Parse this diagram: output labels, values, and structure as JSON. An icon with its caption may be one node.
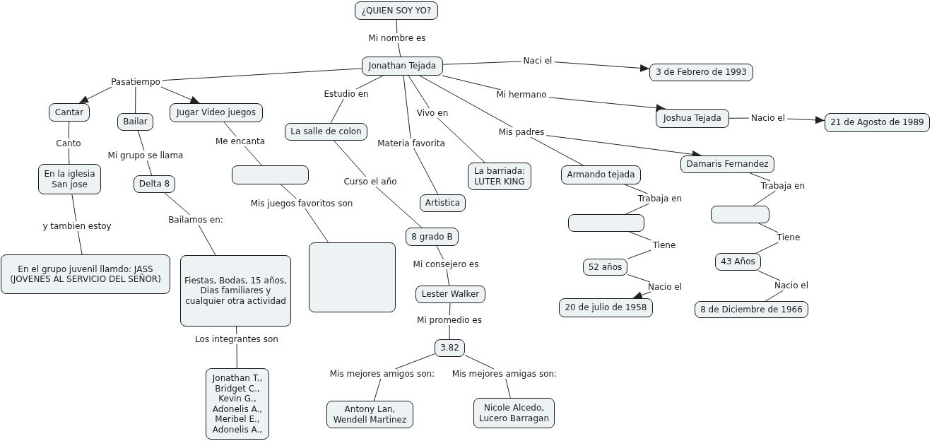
{
  "diagram": {
    "nodes": [
      {
        "text": [
          "¿QUIEN SOY YO?"
        ]
      },
      {
        "text": [
          "Jonathan Tejada"
        ]
      },
      {
        "text": [
          "3 de Febrero de 1993"
        ]
      },
      {
        "text": [
          "Pasatiempo"
        ]
      },
      {
        "text": [
          "Cantar"
        ]
      },
      {
        "text": [
          "Jugar Video juegos"
        ]
      },
      {
        "text": [
          "Bailar"
        ]
      },
      {
        "text": [
          "Joshua Tejada"
        ]
      },
      {
        "text": [
          "21 de Agosto de 1989"
        ]
      },
      {
        "text": [
          "La salle de colon"
        ]
      },
      {
        "text": [
          "Mis padres"
        ]
      },
      {
        "text": [
          "Damaris Fernandez"
        ]
      },
      {
        "text": [
          "En la iglesia San jose"
        ]
      },
      {
        "text": [],
        "shape": "box"
      },
      {
        "text": [
          "Armando tejada"
        ]
      },
      {
        "text": [
          "La barriada: LUTER KING"
        ]
      },
      {
        "text": [
          "Delta 8"
        ]
      },
      {
        "text": [
          "Artistica"
        ]
      },
      {
        "text": [],
        "shape": "box"
      },
      {
        "text": [],
        "shape": "box"
      },
      {
        "text": [
          "8 grado B"
        ]
      },
      {
        "text": [],
        "shape": "box"
      },
      {
        "text": [
          "En el grupo juvenil llamdo: JASS (JOVENES AL SERVICIO DEL SEÑOR)"
        ]
      },
      {
        "text": [
          "Fiestas, Bodas, 15 años, Dias familiares y cualquier otra actividad"
        ]
      },
      {
        "text": [
          "43 Años"
        ]
      },
      {
        "text": [
          "52 años"
        ]
      },
      {
        "text": [
          "Lester Walker"
        ]
      },
      {
        "text": [
          "20 de julio de 1958"
        ]
      },
      {
        "text": [
          "8 de Diciembre de 1966"
        ]
      },
      {
        "text": [
          "3.82"
        ]
      },
      {
        "text": [
          "Jonathan T., Bridget C., Kevin G., Adonelis A., Meribel E., Adonelis A.,"
        ]
      },
      {
        "text": [
          "Nicole Alcedo, Lucero Barragan"
        ]
      },
      {
        "text": [
          "Antony Lan, Wendell Martinez"
        ]
      },
      {
        "text": [
          "Mi nombre es"
        ]
      },
      {
        "text": [
          "Naci el"
        ]
      },
      {
        "text": [
          "Estudio en"
        ]
      },
      {
        "text": [
          "Mi hermano"
        ]
      },
      {
        "text": [
          "Vivo en"
        ]
      },
      {
        "text": [
          "Nacio el"
        ]
      },
      {
        "text": [
          "Me encanta"
        ]
      },
      {
        "text": [
          "Materia favorita"
        ]
      },
      {
        "text": [
          "Canto"
        ]
      },
      {
        "text": [
          "Mi grupo se llama"
        ]
      },
      {
        "text": [
          "Curso el año"
        ]
      },
      {
        "text": [
          "Trabaja en"
        ]
      },
      {
        "text": [
          "Trabaja en"
        ]
      },
      {
        "text": [
          "Mis juegos favoritos son"
        ]
      },
      {
        "text": [
          "Bailamos en:"
        ]
      },
      {
        "text": [
          "y tambien estoy"
        ]
      },
      {
        "text": [
          "Tiene"
        ]
      },
      {
        "text": [
          "Tiene"
        ]
      },
      {
        "text": [
          "Mi consejero es"
        ]
      },
      {
        "text": [
          "Nacio el"
        ]
      },
      {
        "text": [
          "Nacio el"
        ]
      },
      {
        "text": [
          "Mi promedio es"
        ]
      },
      {
        "text": [
          "Los integrantes son"
        ]
      },
      {
        "text": [
          "Mis mejores amigos son:"
        ]
      },
      {
        "text": [
          "Mis mejores amigas son:"
        ]
      }
    ],
    "edges": [
      {
        "from": 0,
        "to": 33,
        "arrow": "none"
      },
      {
        "from": 33,
        "to": 1,
        "arrow": "none"
      },
      {
        "from": 1,
        "to": 34,
        "arrow": "none"
      },
      {
        "from": 34,
        "to": 2,
        "arrow": "to"
      },
      {
        "from": 1,
        "to": 3,
        "arrow": "none"
      },
      {
        "from": 3,
        "to": 4,
        "arrow": "to"
      },
      {
        "from": 3,
        "to": 6,
        "arrow": "none"
      },
      {
        "from": 3,
        "to": 5,
        "arrow": "to"
      },
      {
        "from": 1,
        "to": 35,
        "arrow": "none"
      },
      {
        "from": 35,
        "to": 9,
        "arrow": "none"
      },
      {
        "from": 1,
        "to": 40,
        "arrow": "none"
      },
      {
        "from": 40,
        "to": 17,
        "arrow": "none"
      },
      {
        "from": 1,
        "to": 37,
        "arrow": "none"
      },
      {
        "from": 37,
        "to": 15,
        "arrow": "none"
      },
      {
        "from": 1,
        "to": 10,
        "arrow": "none"
      },
      {
        "from": 10,
        "to": 14,
        "arrow": "none"
      },
      {
        "from": 10,
        "to": 11,
        "arrow": "to"
      },
      {
        "from": 1,
        "to": 36,
        "arrow": "none"
      },
      {
        "from": 36,
        "to": 7,
        "arrow": "to"
      },
      {
        "from": 7,
        "to": 38,
        "arrow": "none"
      },
      {
        "from": 38,
        "to": 8,
        "arrow": "to"
      },
      {
        "from": 4,
        "to": 41,
        "arrow": "none"
      },
      {
        "from": 41,
        "to": 12,
        "arrow": "none"
      },
      {
        "from": 12,
        "to": 48,
        "arrow": "none"
      },
      {
        "from": 48,
        "to": 22,
        "arrow": "none"
      },
      {
        "from": 6,
        "to": 42,
        "arrow": "none"
      },
      {
        "from": 42,
        "to": 16,
        "arrow": "none"
      },
      {
        "from": 16,
        "to": 47,
        "arrow": "none"
      },
      {
        "from": 47,
        "to": 23,
        "arrow": "none"
      },
      {
        "from": 23,
        "to": 55,
        "arrow": "none"
      },
      {
        "from": 55,
        "to": 30,
        "arrow": "none"
      },
      {
        "from": 5,
        "to": 39,
        "arrow": "none"
      },
      {
        "from": 39,
        "to": 13,
        "arrow": "none"
      },
      {
        "from": 13,
        "to": 46,
        "arrow": "none"
      },
      {
        "from": 46,
        "to": 21,
        "arrow": "none"
      },
      {
        "from": 9,
        "to": 43,
        "arrow": "none"
      },
      {
        "from": 43,
        "to": 20,
        "arrow": "none"
      },
      {
        "from": 20,
        "to": 51,
        "arrow": "none"
      },
      {
        "from": 51,
        "to": 26,
        "arrow": "none"
      },
      {
        "from": 26,
        "to": 54,
        "arrow": "none"
      },
      {
        "from": 54,
        "to": 29,
        "arrow": "none"
      },
      {
        "from": 29,
        "to": 56,
        "arrow": "none"
      },
      {
        "from": 56,
        "to": 32,
        "arrow": "none"
      },
      {
        "from": 29,
        "to": 57,
        "arrow": "none"
      },
      {
        "from": 57,
        "to": 31,
        "arrow": "none"
      },
      {
        "from": 14,
        "to": 45,
        "arrow": "none"
      },
      {
        "from": 45,
        "to": 19,
        "arrow": "none"
      },
      {
        "from": 19,
        "to": 50,
        "arrow": "none"
      },
      {
        "from": 50,
        "to": 25,
        "arrow": "none"
      },
      {
        "from": 25,
        "to": 53,
        "arrow": "none"
      },
      {
        "from": 53,
        "to": 27,
        "arrow": "to"
      },
      {
        "from": 11,
        "to": 44,
        "arrow": "none"
      },
      {
        "from": 44,
        "to": 18,
        "arrow": "none"
      },
      {
        "from": 18,
        "to": 49,
        "arrow": "none"
      },
      {
        "from": 49,
        "to": 24,
        "arrow": "none"
      },
      {
        "from": 24,
        "to": 52,
        "arrow": "none"
      },
      {
        "from": 52,
        "to": 28,
        "arrow": "none"
      }
    ]
  }
}
